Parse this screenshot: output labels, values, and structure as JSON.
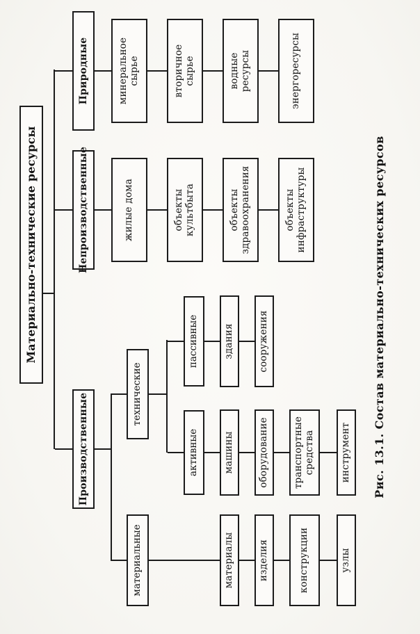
{
  "page": {
    "paper_color": "#f8f7f4",
    "ink_color": "#1b1b1b"
  },
  "figure": {
    "caption": "Рис. 13.1. Состав материально-технических ресурсов",
    "root": {
      "label": "Материально-технические ресурсы"
    },
    "branches": [
      {
        "label": "Производственные",
        "children": [
          {
            "label": "материальные",
            "chain": [
              "материалы",
              "изделия",
              "конструкции",
              "узлы"
            ]
          },
          {
            "label": "технические",
            "children": [
              {
                "label": "активные",
                "chain": [
                  "машины",
                  "оборудование",
                  "транспортные\nсредства",
                  "инструмент"
                ]
              },
              {
                "label": "пассивные",
                "chain": [
                  "здания",
                  "сооружения"
                ]
              }
            ]
          }
        ]
      },
      {
        "label": "Непроизводственные",
        "chain": [
          "жилые дома",
          "объекты\nкультбыта",
          "объекты\nздравоохранения",
          "объекты\nинфраструктуры"
        ]
      },
      {
        "label": "Природные",
        "chain": [
          "минеральное\nсырье",
          "вторичное\nсырье",
          "водные\nресурсы",
          "энергоресурсы"
        ]
      }
    ]
  }
}
